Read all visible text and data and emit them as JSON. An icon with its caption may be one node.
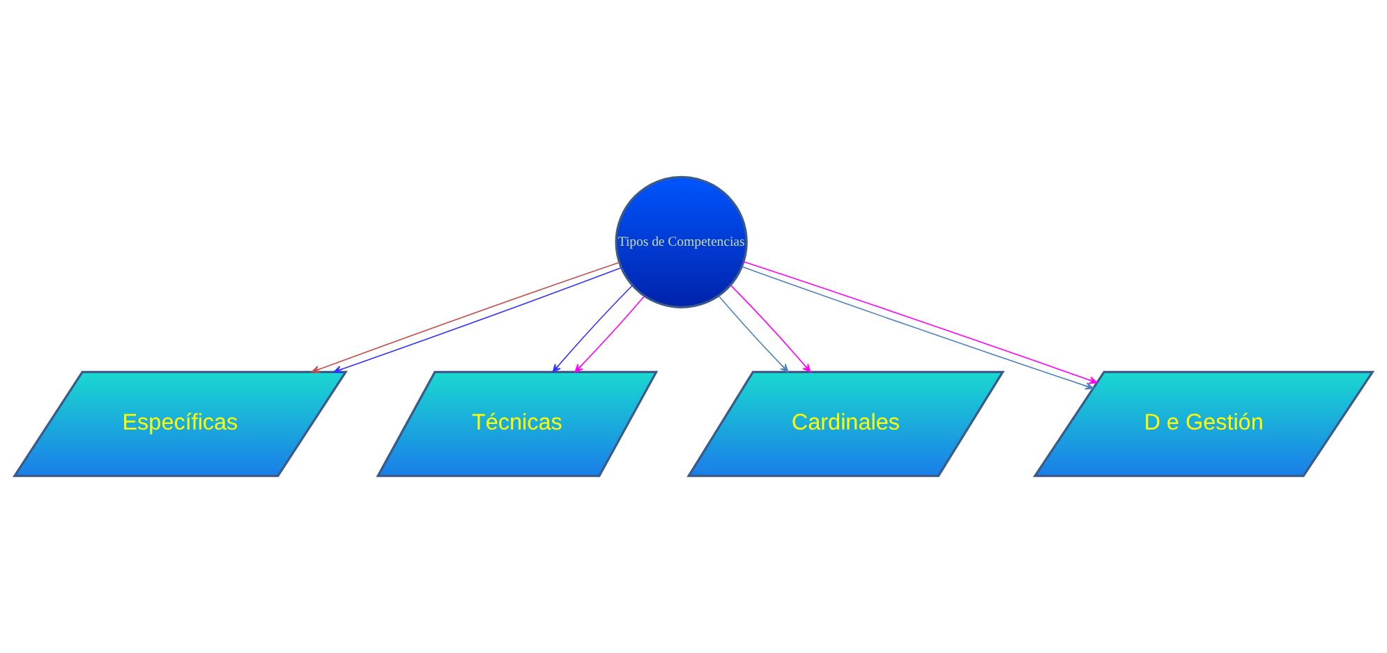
{
  "diagram": {
    "nodes": [
      {
        "text": [
          "Específicas"
        ]
      },
      {
        "text": [
          "Técnicas"
        ]
      },
      {
        "text": [
          "Tipos de Competencias"
        ]
      },
      {
        "text": [
          "Cardinales"
        ]
      },
      {
        "text": [
          "D e Gestión"
        ]
      }
    ],
    "edges": [
      {
        "from": 2,
        "to": 0,
        "arrow": "to",
        "color": "#c0504d"
      },
      {
        "from": 2,
        "to": 0,
        "arrow": "to",
        "color": "#3333ff"
      },
      {
        "from": 2,
        "to": 1,
        "arrow": "to",
        "color": "#3333ff"
      },
      {
        "from": 2,
        "to": 1,
        "arrow": "to",
        "color": "#ff00ff"
      },
      {
        "from": 2,
        "to": 3,
        "arrow": "to",
        "color": "#4f81bd"
      },
      {
        "from": 2,
        "to": 3,
        "arrow": "to",
        "color": "#ff00ff"
      },
      {
        "from": 2,
        "to": 4,
        "arrow": "to",
        "color": "#4f81bd"
      },
      {
        "from": 2,
        "to": 4,
        "arrow": "to",
        "color": "#ff00ff"
      }
    ]
  }
}
